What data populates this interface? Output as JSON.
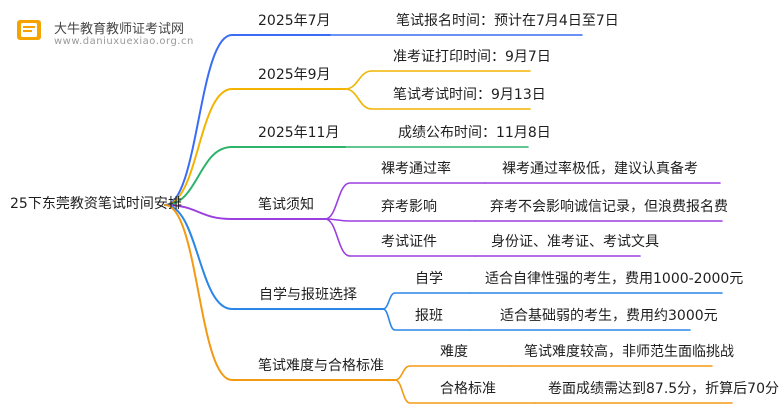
{
  "brand": {
    "title": "大牛教育教师证考试网",
    "url": "www.daniuxuexiao.org.cn"
  },
  "root": "25下东莞教资笔试时间安排",
  "branches": [
    {
      "label": "2025年7月",
      "color": "#3a6cf5",
      "items": [
        {
          "label": "笔试报名时间：预计在7月4日至7日"
        }
      ]
    },
    {
      "label": "2025年9月",
      "color": "#f2b400",
      "items": [
        {
          "label": "准考证打印时间：9月7日"
        },
        {
          "label": "笔试考试时间：9月13日"
        }
      ]
    },
    {
      "label": "2025年11月",
      "color": "#2db36a",
      "items": [
        {
          "label": "成绩公布时间：11月8日"
        }
      ]
    },
    {
      "label": "笔试须知",
      "color": "#9b3fe0",
      "items": [
        {
          "label": "裸考通过率",
          "detail": "裸考通过率极低，建议认真备考"
        },
        {
          "label": "弃考影响",
          "detail": "弃考不会影响诚信记录，但浪费报名费"
        },
        {
          "label": "考试证件",
          "detail": "身份证、准考证、考试文具"
        }
      ]
    },
    {
      "label": "自学与报班选择",
      "color": "#2a87e8",
      "items": [
        {
          "label": "自学",
          "detail": "适合自律性强的考生，费用1000-2000元"
        },
        {
          "label": "报班",
          "detail": "适合基础弱的考生，费用约3000元"
        }
      ]
    },
    {
      "label": "笔试难度与合格标准",
      "color": "#f39a14",
      "items": [
        {
          "label": "难度",
          "detail": "笔试难度较高，非师范生面临挑战"
        },
        {
          "label": "合格标准",
          "detail": "卷面成绩需达到87.5分，折算后70分"
        }
      ]
    }
  ]
}
